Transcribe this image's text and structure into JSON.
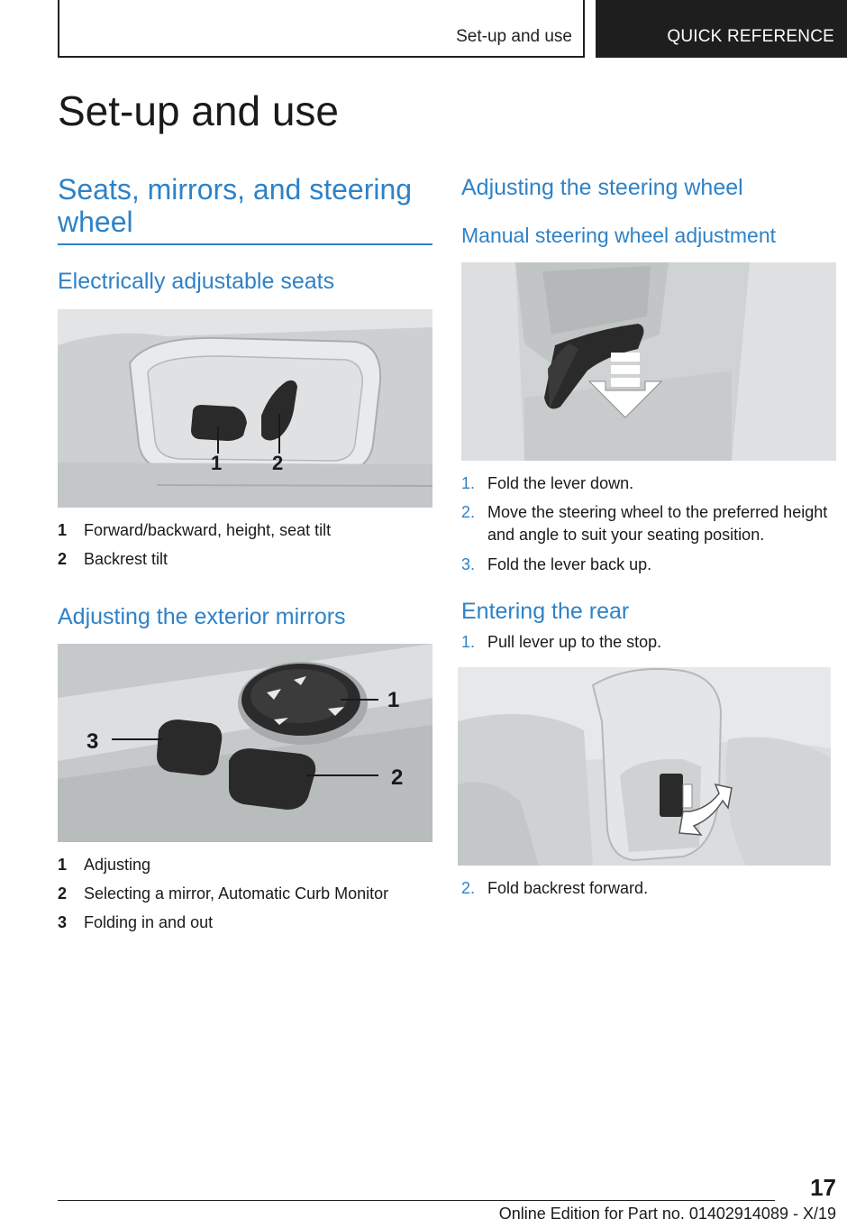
{
  "header": {
    "section_label": "Set-up and use",
    "chapter_label": "QUICK REFERENCE"
  },
  "page_title": "Set-up and use",
  "left": {
    "section_title": "Seats, mirrors, and steering wheel",
    "seats": {
      "title": "Electrically adjustable seats",
      "fig_labels": [
        "1",
        "2"
      ],
      "legend": [
        {
          "num": "1",
          "text": "Forward/backward, height, seat tilt"
        },
        {
          "num": "2",
          "text": "Backrest tilt"
        }
      ]
    },
    "mirrors": {
      "title": "Adjusting the exterior mirrors",
      "fig_labels": [
        "1",
        "2",
        "3"
      ],
      "legend": [
        {
          "num": "1",
          "text": "Adjusting"
        },
        {
          "num": "2",
          "text": "Selecting a mirror, Automatic Curb Monitor"
        },
        {
          "num": "3",
          "text": "Folding in and out"
        }
      ]
    }
  },
  "right": {
    "steering": {
      "title": "Adjusting the steering wheel",
      "subtitle": "Manual steering wheel adjustment",
      "steps": [
        {
          "num": "1.",
          "text": "Fold the lever down."
        },
        {
          "num": "2.",
          "text": "Move the steering wheel to the preferred height and angle to suit your seating position."
        },
        {
          "num": "3.",
          "text": "Fold the lever back up."
        }
      ]
    },
    "rear": {
      "title": "Entering the rear",
      "steps": [
        {
          "num": "1.",
          "text": "Pull lever up to the stop."
        },
        {
          "num": "2.",
          "text": "Fold backrest forward."
        }
      ]
    }
  },
  "footer": {
    "page_number": "17",
    "edition": "Online Edition for Part no. 01402914089 - X/19"
  }
}
